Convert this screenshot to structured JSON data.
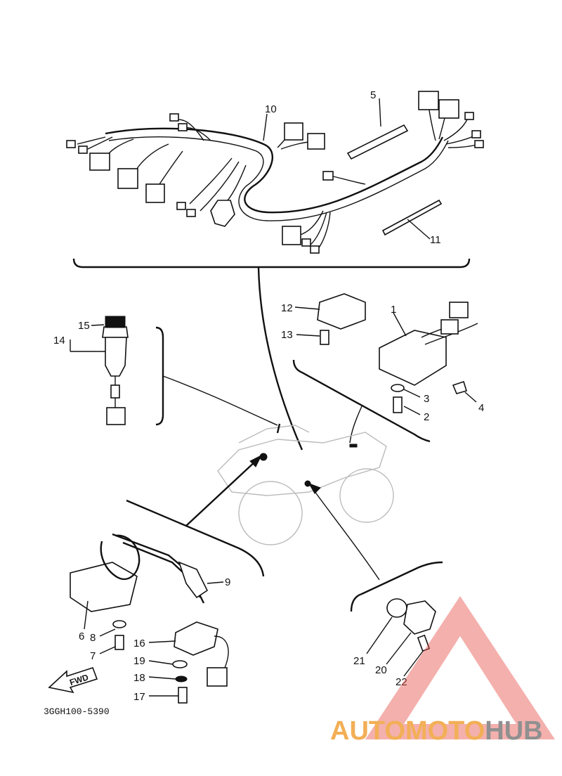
{
  "diagram": {
    "code": "3GGH100-5390",
    "callouts": [
      {
        "id": "1",
        "label": "1"
      },
      {
        "id": "2",
        "label": "2"
      },
      {
        "id": "3",
        "label": "3"
      },
      {
        "id": "4",
        "label": "4"
      },
      {
        "id": "5",
        "label": "5"
      },
      {
        "id": "6",
        "label": "6"
      },
      {
        "id": "7",
        "label": "7"
      },
      {
        "id": "8",
        "label": "8"
      },
      {
        "id": "9",
        "label": "9"
      },
      {
        "id": "10",
        "label": "10"
      },
      {
        "id": "11",
        "label": "11"
      },
      {
        "id": "12",
        "label": "12"
      },
      {
        "id": "13",
        "label": "13"
      },
      {
        "id": "14",
        "label": "14"
      },
      {
        "id": "15",
        "label": "15"
      },
      {
        "id": "16",
        "label": "16"
      },
      {
        "id": "17",
        "label": "17"
      },
      {
        "id": "18",
        "label": "18"
      },
      {
        "id": "19",
        "label": "19"
      },
      {
        "id": "20",
        "label": "20"
      },
      {
        "id": "21",
        "label": "21"
      },
      {
        "id": "22",
        "label": "22"
      }
    ],
    "fwd_label": "FWD"
  },
  "watermark": {
    "part1": "AUTOMOTO",
    "part2": "HUB",
    "color_primary": "#f0a23a",
    "color_secondary": "#7d7d7d",
    "triangle_color": "#e8554e"
  }
}
